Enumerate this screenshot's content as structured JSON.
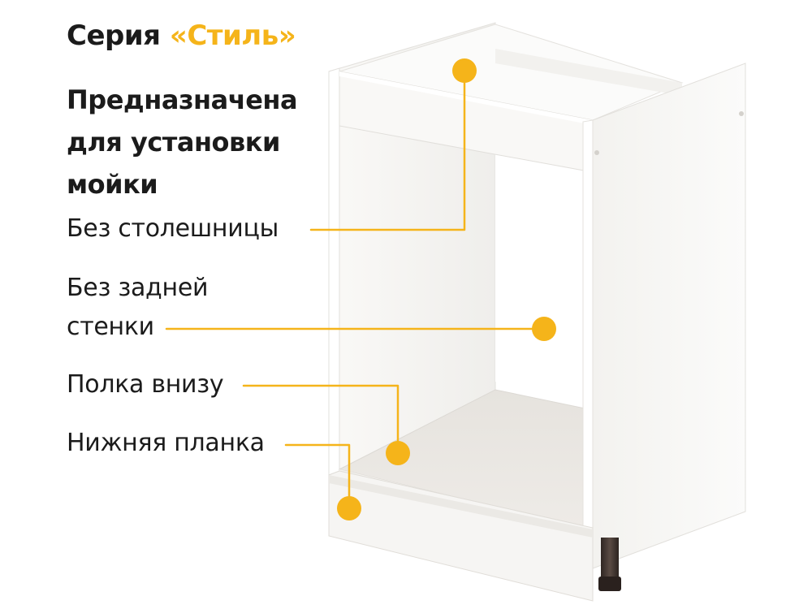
{
  "header": {
    "series_prefix": "Серия",
    "series_name": "«Стиль»"
  },
  "purpose": {
    "lines": [
      "Предназначена",
      "для установки",
      "мойки"
    ]
  },
  "features": [
    {
      "lines": [
        "Без столешницы"
      ]
    },
    {
      "lines": [
        "Без задней",
        "стенки"
      ]
    },
    {
      "lines": [
        "Полка внизу"
      ]
    },
    {
      "lines": [
        "Нижняя планка"
      ]
    }
  ],
  "colors": {
    "accent": "#f5b41a",
    "text": "#1b1b1b",
    "cabinet_light": "#f7f6f4",
    "cabinet_shadow": "#e9e7e3",
    "legs": "#3b2f2a"
  }
}
